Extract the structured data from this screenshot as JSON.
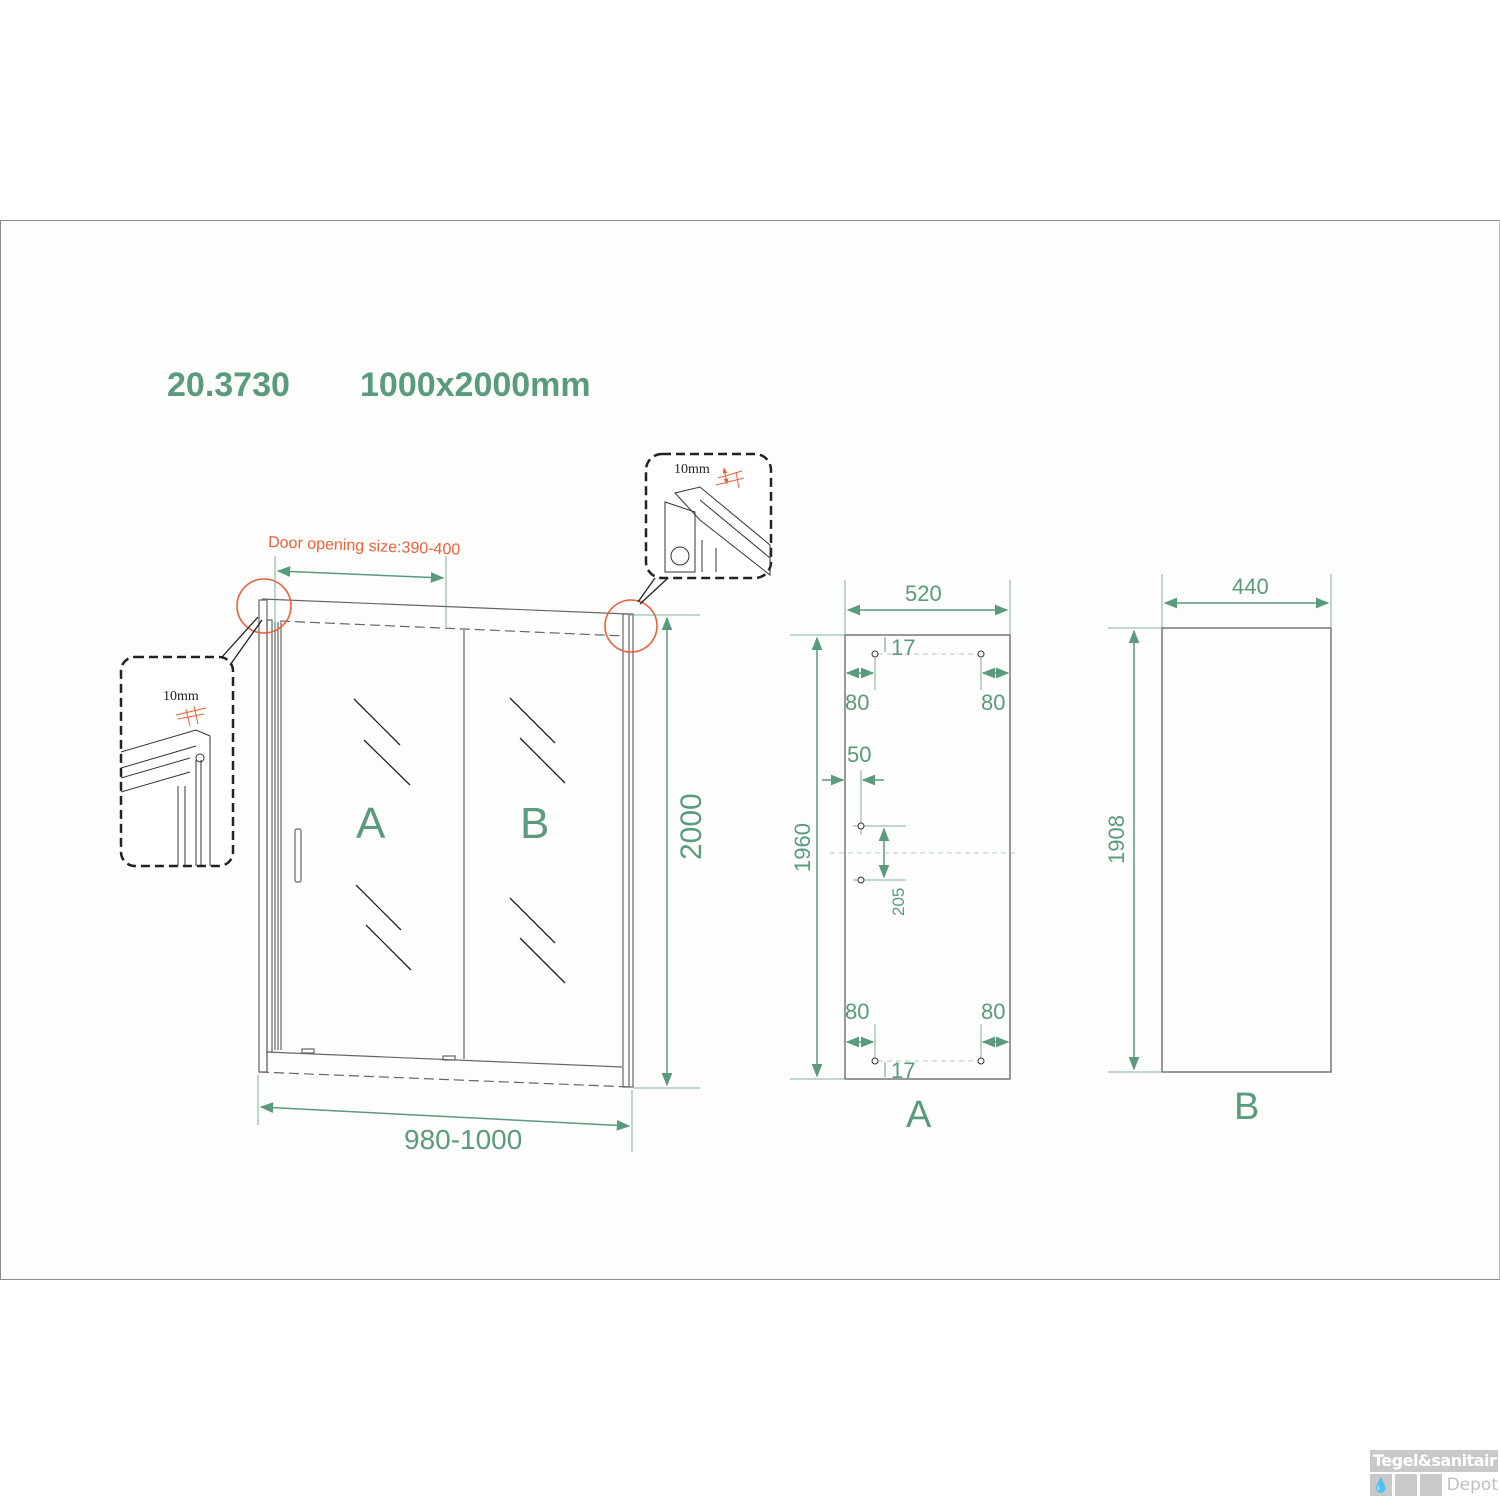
{
  "header": {
    "model_number": "20.3730",
    "size": "1000x2000mm"
  },
  "front_view": {
    "door_opening_label": "Door opening size:390-400",
    "width_label": "980-1000",
    "height_label": "2000",
    "panel_a_label": "A",
    "panel_b_label": "B"
  },
  "detail_callouts": {
    "top_right_gap": "10mm",
    "left_gap": "10mm"
  },
  "panel_a_drawing": {
    "label": "A",
    "width": "520",
    "height": "1960",
    "top_hole_offset": "17",
    "bottom_hole_offset": "17",
    "top_left_margin": "80",
    "top_right_margin": "80",
    "bottom_left_margin": "80",
    "bottom_right_margin": "80",
    "handle_hole_offset": "50",
    "handle_hole_spacing": "205"
  },
  "panel_b_drawing": {
    "label": "B",
    "width": "440",
    "height": "1908"
  },
  "colors": {
    "dimension_green": "#5a9a7e",
    "highlight_red": "#e8603c",
    "outline": "#555555"
  },
  "watermark": {
    "line1": "Tegel&sanitair",
    "line2": "Depot"
  }
}
